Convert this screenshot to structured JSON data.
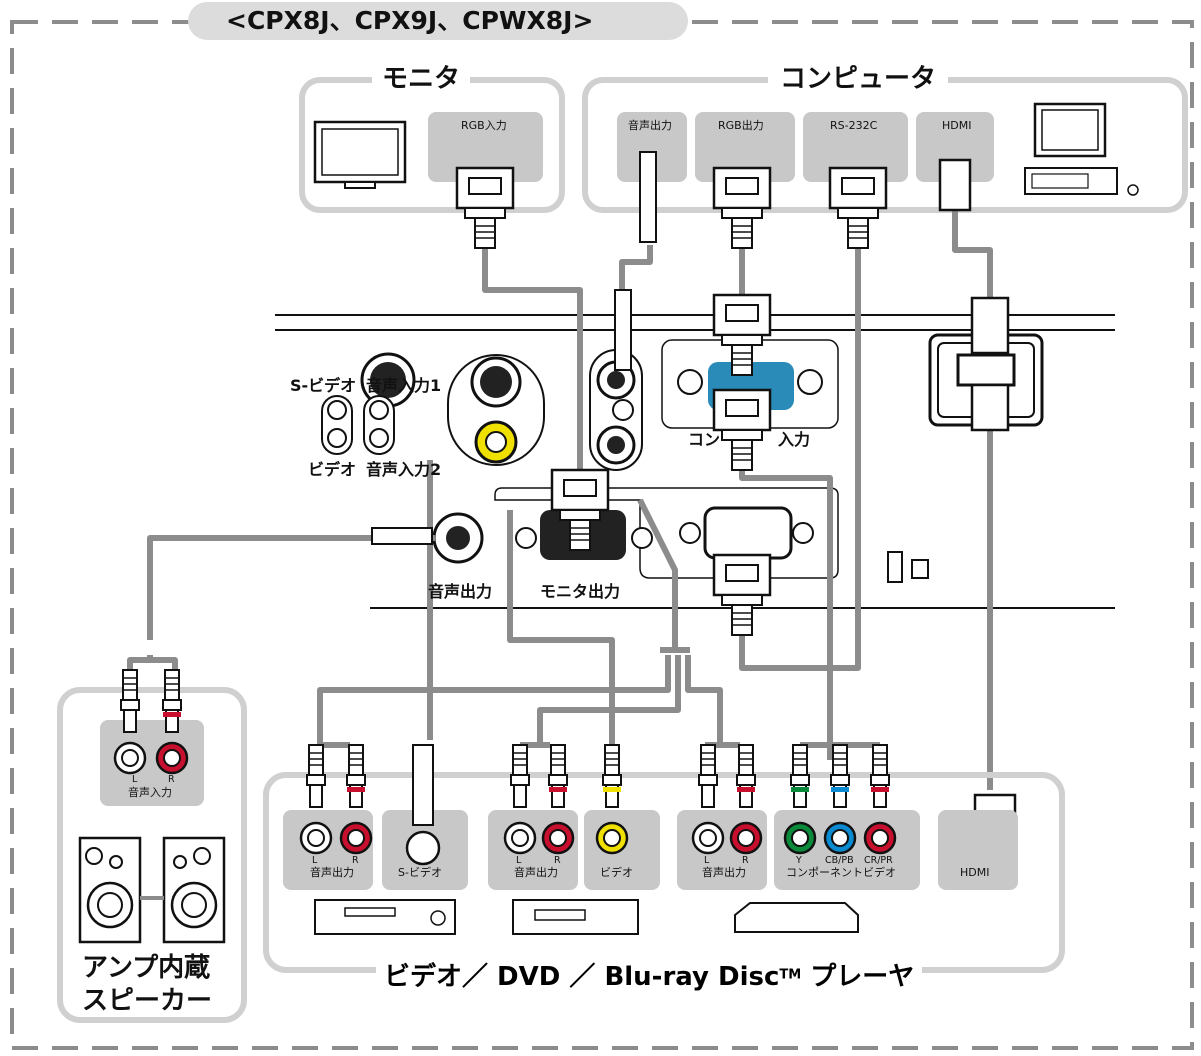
{
  "model_header": "<CPX8J、CPX9J、CPWX8J>",
  "monitor": {
    "title": "モニタ",
    "port": "RGB入力"
  },
  "computer": {
    "title": "コンピュータ",
    "ports": [
      "音声出力",
      "RGB出力",
      "RS-232C",
      "HDMI"
    ]
  },
  "projector": {
    "svideo": "S-ビデオ",
    "audio_in1": "音声入力1",
    "video": "ビデオ",
    "audio_in2": "音声入力2",
    "computer_in_partial": "コン",
    "computer_in_suffix": "入力",
    "audio_out": "音声出力",
    "monitor_out": "モニタ出力"
  },
  "amp_speaker": {
    "port_l": "L",
    "port_r": "R",
    "label": "音声入力",
    "title_line1": "アンプ内蔵",
    "title_line2": "スピーカー"
  },
  "players": {
    "d1": {
      "l": "L",
      "r": "R",
      "audio": "音声出力",
      "svideo": "S-ビデオ"
    },
    "d2": {
      "l": "L",
      "r": "R",
      "audio": "音声出力",
      "video": "ビデオ"
    },
    "d3": {
      "l": "L",
      "r": "R",
      "audio": "音声出力",
      "y": "Y",
      "cb": "CB/PB",
      "cr": "CR/PR",
      "component": "コンポーネントビデオ"
    },
    "hdmi": "HDMI",
    "title": "ビデオ／ DVD ／ Blu-ray Disc",
    "tm": "TM",
    "title_tail": " プレーヤ"
  },
  "colors": {
    "cable": "#8c8c8c",
    "panel": "#c8c8c8",
    "frame": "#d0d0d0",
    "red": "#c8102e",
    "yellow": "#f0e000",
    "green": "#0a8a3a",
    "blue": "#0a8ad0",
    "white": "#ffffff",
    "vga_blue": "#2a8ab8"
  }
}
